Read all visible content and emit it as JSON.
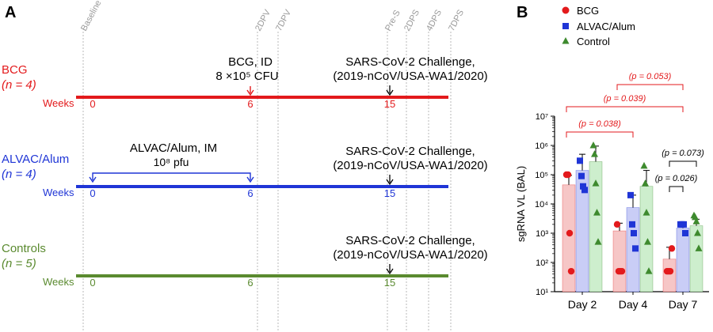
{
  "panelA": {
    "label": "A",
    "marker_labels": [
      "Baseline",
      "2DPV",
      "7DPV",
      "Pre-S",
      "2DPS",
      "4DPS",
      "7DPS"
    ],
    "groups": [
      {
        "name": "BCG",
        "n_label": "(n = 4)",
        "color": "#e31a1c",
        "weeks_label": "Weeks",
        "ticks": [
          "0",
          "6",
          "15"
        ],
        "vaccine_text": [
          "BCG, ID",
          "8 ×10⁵ CFU"
        ],
        "challenge_text": [
          "SARS-CoV-2 Challenge,",
          "(2019-nCoV/USA-WA1/2020)"
        ]
      },
      {
        "name": "ALVAC/Alum",
        "n_label": "(n = 4)",
        "color": "#1f35d6",
        "weeks_label": "Weeks",
        "ticks": [
          "0",
          "6",
          "15"
        ],
        "vaccine_text": [
          "ALVAC/Alum, IM",
          "10⁸ pfu"
        ],
        "challenge_text": [
          "SARS-CoV-2 Challenge,",
          "(2019-nCoV/USA-WA1/2020)"
        ]
      },
      {
        "name": "Controls",
        "n_label": "(n = 5)",
        "color": "#5a8a2f",
        "weeks_label": "Weeks",
        "ticks": [
          "0",
          "6",
          "15"
        ],
        "vaccine_text": [],
        "challenge_text": [
          "SARS-CoV-2 Challenge,",
          "(2019-nCoV/USA-WA1/2020)"
        ]
      }
    ]
  },
  "chart_data": {
    "panel_label": "B",
    "type": "bar",
    "ylabel": "sgRNA VL (BAL)",
    "yscale": "log",
    "ylim": [
      10,
      10000000
    ],
    "ytick_labels": [
      "10¹",
      "10²",
      "10³",
      "10⁴",
      "10⁵",
      "10⁶",
      "10⁷"
    ],
    "categories": [
      "Day 2",
      "Day 4",
      "Day 7"
    ],
    "series": [
      {
        "name": "BCG",
        "color": "#e31a1c",
        "bar_fill": "#f6c6c6",
        "marker": "circle",
        "means": [
          45000,
          1200,
          130
        ],
        "errors": [
          95000,
          2200,
          330
        ],
        "points": [
          [
            100000,
            100000,
            1000,
            50
          ],
          [
            2000,
            50,
            50,
            50
          ],
          [
            50,
            50,
            50,
            300
          ]
        ]
      },
      {
        "name": "ALVAC/Alum",
        "color": "#1f35d6",
        "bar_fill": "#c9cdf6",
        "marker": "square",
        "means": [
          140000,
          7500,
          1500
        ],
        "errors": [
          500000,
          20000,
          2200
        ],
        "points": [
          [
            300000,
            90000,
            40000,
            30000
          ],
          [
            20000,
            2000,
            1000,
            300
          ],
          [
            2000,
            2000,
            2000,
            1000
          ]
        ]
      },
      {
        "name": "Control",
        "color": "#3e8a2e",
        "bar_fill": "#cdeecd",
        "marker": "triangle",
        "means": [
          280000,
          40000,
          1800
        ],
        "errors": [
          950000,
          140000,
          3000
        ],
        "points": [
          [
            1000000,
            500000,
            50000,
            5000,
            500
          ],
          [
            200000,
            50000,
            5000,
            500,
            50
          ],
          [
            4000,
            3500,
            2500,
            1000,
            300
          ]
        ]
      }
    ],
    "comparisons": [
      {
        "label": "(p = 0.038)",
        "from": "Day 2",
        "to": "Day 4",
        "color": "#e31a1c"
      },
      {
        "label": "(p = 0.039)",
        "from": "Day 2",
        "to": "Day 7",
        "color": "#e31a1c"
      },
      {
        "label": "(p = 0.053)",
        "from": "Day 4",
        "to": "Day 7",
        "color": "#e31a1c"
      },
      {
        "label": "(p = 0.026)",
        "category": "Day 7",
        "from_series": "BCG",
        "to_series": "ALVAC/Alum",
        "color": "#000000"
      },
      {
        "label": "(p = 0.073)",
        "category": "Day 7",
        "from_series": "BCG",
        "to_series": "Control",
        "color": "#000000"
      }
    ]
  }
}
